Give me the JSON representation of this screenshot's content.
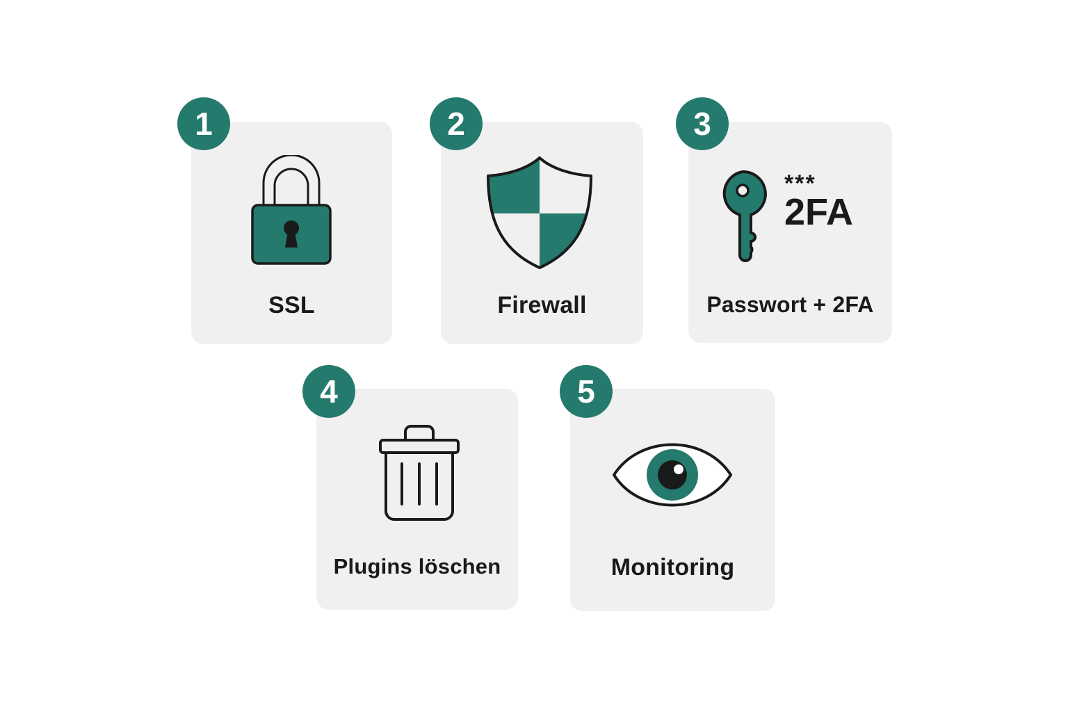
{
  "colors": {
    "accent": "#247a6d",
    "card_bg": "#f0f0f0",
    "outline": "#1a1a1a",
    "text": "#1a1a1a",
    "background": "#ffffff"
  },
  "steps": [
    {
      "number": "1",
      "label": "SSL",
      "icon": "padlock-icon"
    },
    {
      "number": "2",
      "label": "Firewall",
      "icon": "shield-icon"
    },
    {
      "number": "3",
      "label": "Passwort + 2FA",
      "icon": "key-icon",
      "icon_text": {
        "stars": "***",
        "code": "2FA"
      }
    },
    {
      "number": "4",
      "label": "Plugins löschen",
      "icon": "trash-icon"
    },
    {
      "number": "5",
      "label": "Monitoring",
      "icon": "eye-icon"
    }
  ]
}
